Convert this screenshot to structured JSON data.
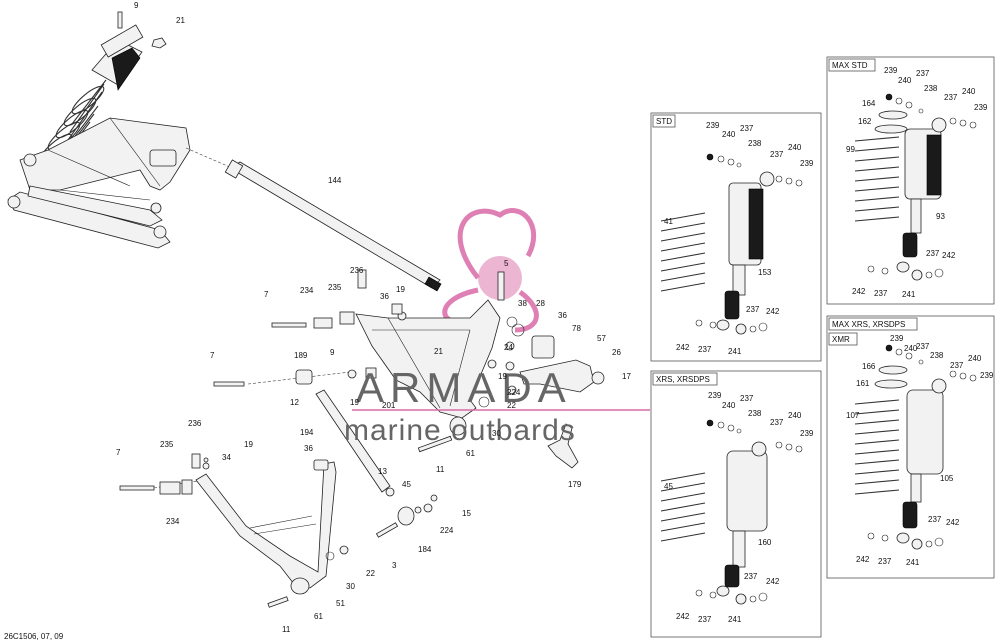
{
  "watermark": {
    "brand": "ARMADA",
    "tagline": "marine outbards",
    "accent_color": "#d96aa6",
    "text_color": "#666666"
  },
  "footer": {
    "reference": "26C1506, 07, 09"
  },
  "main_callouts": {
    "c9_top": "9",
    "c21_top": "21",
    "c144": "144",
    "c5": "5",
    "c236": "236",
    "c7_a": "7",
    "c234_a": "234",
    "c235_a": "235",
    "c36_a": "36",
    "c19_a": "19",
    "c38": "38",
    "c28": "28",
    "c36_b": "36",
    "c78": "78",
    "c24": "24",
    "c7_b": "7",
    "c189": "189",
    "c9_b": "9",
    "c21_mid": "21",
    "c57": "57",
    "c26": "26",
    "c19_b": "19",
    "c17": "17",
    "c224_a": "224",
    "c12": "12",
    "c19_c": "19",
    "c201": "201",
    "c22_a": "22",
    "c194": "194",
    "c30_a": "30",
    "c61_a": "61",
    "c11_a": "11",
    "c236_b": "236",
    "c235_b": "235",
    "c19_d": "19",
    "c34": "34",
    "c7_c": "7",
    "c36_c": "36",
    "c179": "179",
    "c234_b": "234",
    "c13": "13",
    "c45_left": "45",
    "c15": "15",
    "c224_b": "224",
    "c184": "184",
    "c3": "3",
    "c22_b": "22",
    "c30_b": "30",
    "c51": "51",
    "c61_b": "61",
    "c11_b": "11"
  },
  "panels": {
    "std": {
      "title": "STD",
      "callouts": {
        "a": "239",
        "b": "240",
        "c": "237",
        "d": "238",
        "e": "237",
        "f": "240",
        "g": "239",
        "spring": "41",
        "body": "153",
        "h": "237",
        "i": "242",
        "j": "242",
        "k": "237",
        "l": "241"
      }
    },
    "xrs": {
      "title": "XRS, XRSDPS",
      "callouts": {
        "a": "239",
        "b": "240",
        "c": "237",
        "d": "238",
        "e": "237",
        "f": "240",
        "g": "239",
        "spring": "45",
        "body": "160",
        "h": "237",
        "i": "242",
        "j": "242",
        "k": "237",
        "l": "241"
      }
    },
    "max_std": {
      "title": "MAX STD",
      "callouts": {
        "a": "239",
        "b": "240",
        "c": "237",
        "d": "238",
        "e": "237",
        "f": "240",
        "g": "239",
        "spacer": "164",
        "seat": "162",
        "spring": "99",
        "body": "93",
        "h": "237",
        "i": "242",
        "j": "242",
        "k": "237",
        "l": "241"
      }
    },
    "max_xrs": {
      "title": "MAX XRS, XRSDPS",
      "subtitle": "XMR",
      "callouts": {
        "a": "239",
        "b": "240",
        "c": "237",
        "d": "238",
        "e": "237",
        "f": "240",
        "g": "239",
        "spacer": "166",
        "seat": "161",
        "spring": "107",
        "body": "105",
        "h": "237",
        "i": "242",
        "j": "242",
        "k": "237",
        "l": "241"
      }
    }
  }
}
